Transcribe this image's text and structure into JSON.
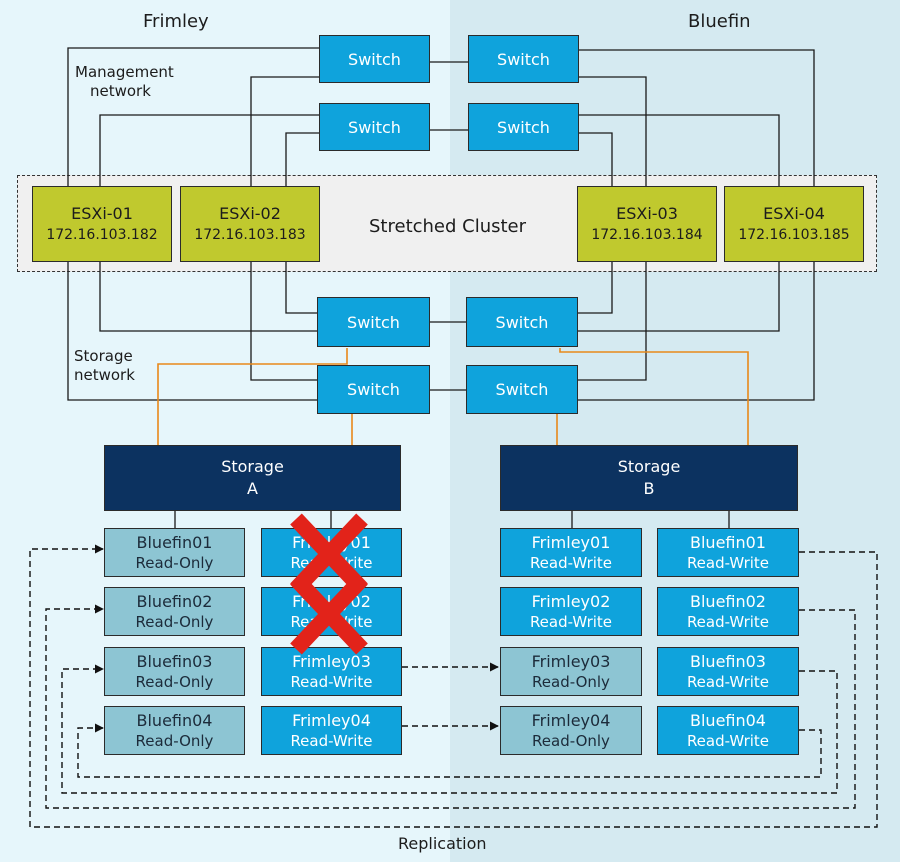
{
  "sites": {
    "left": "Frimley",
    "right": "Bluefin"
  },
  "labels": {
    "mgmt_line1": "Management",
    "mgmt_line2": "network",
    "storage_line1": "Storage",
    "storage_line2": "network",
    "cluster": "Stretched Cluster",
    "replication": "Replication"
  },
  "switch_label": "Switch",
  "hosts": [
    {
      "name": "ESXi-01",
      "ip": "172.16.103.182"
    },
    {
      "name": "ESXi-02",
      "ip": "172.16.103.183"
    },
    {
      "name": "ESXi-03",
      "ip": "172.16.103.184"
    },
    {
      "name": "ESXi-04",
      "ip": "172.16.103.185"
    }
  ],
  "storage": {
    "a": {
      "line1": "Storage",
      "line2": "A"
    },
    "b": {
      "line1": "Storage",
      "line2": "B"
    }
  },
  "volumes": {
    "a_col1": [
      {
        "name": "Bluefin01",
        "mode": "Read-Only"
      },
      {
        "name": "Bluefin02",
        "mode": "Read-Only"
      },
      {
        "name": "Bluefin03",
        "mode": "Read-Only"
      },
      {
        "name": "Bluefin04",
        "mode": "Read-Only"
      }
    ],
    "a_col2": [
      {
        "name": "Frimley01",
        "mode": "Read-Write",
        "failed": true
      },
      {
        "name": "Frimley02",
        "mode": "Read-Write",
        "failed": true
      },
      {
        "name": "Frimley03",
        "mode": "Read-Write"
      },
      {
        "name": "Frimley04",
        "mode": "Read-Write"
      }
    ],
    "b_col1": [
      {
        "name": "Frimley01",
        "mode": "Read-Write"
      },
      {
        "name": "Frimley02",
        "mode": "Read-Write"
      },
      {
        "name": "Frimley03",
        "mode": "Read-Only"
      },
      {
        "name": "Frimley04",
        "mode": "Read-Only"
      }
    ],
    "b_col2": [
      {
        "name": "Bluefin01",
        "mode": "Read-Write"
      },
      {
        "name": "Bluefin02",
        "mode": "Read-Write"
      },
      {
        "name": "Bluefin03",
        "mode": "Read-Write"
      },
      {
        "name": "Bluefin04",
        "mode": "Read-Write"
      }
    ]
  },
  "colors": {
    "switch": "#0fa3dc",
    "host": "#c0c92e",
    "storage": "#0c3260",
    "read_write": "#0fa3dc",
    "read_only": "#8dc5d3",
    "storage_link": "#e8891a",
    "failure_mark": "#e2231a"
  },
  "icons": {
    "failure": "red-x-icon"
  }
}
